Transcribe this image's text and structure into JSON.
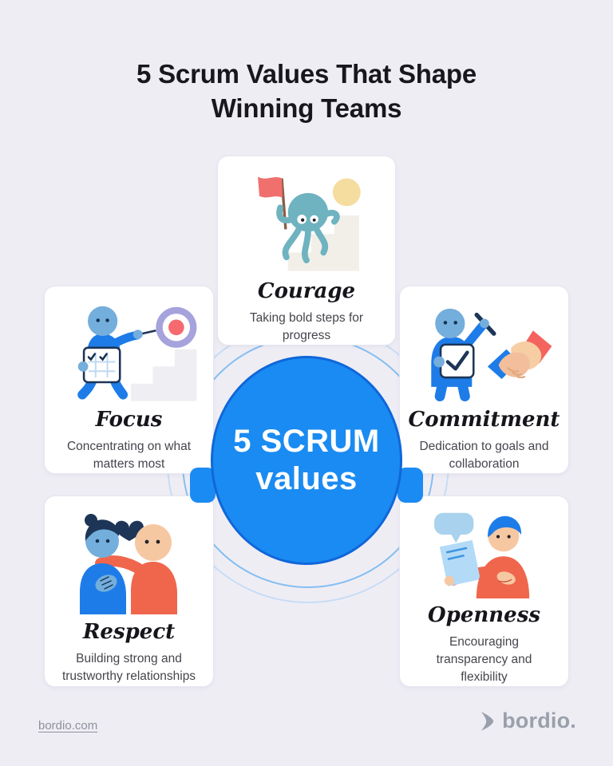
{
  "header": {
    "title_line1": "5 Scrum Values That Shape",
    "title_line2": "Winning Teams"
  },
  "center": {
    "line1": "5 SCRUM",
    "line2": "values"
  },
  "cards": [
    {
      "title": "Courage",
      "description": "Taking bold steps for progress",
      "icon": "octopus-with-flag-climbing-stairs"
    },
    {
      "title": "Focus",
      "description": "Concentrating on what matters most",
      "icon": "person-throwing-dart-at-target"
    },
    {
      "title": "Commitment",
      "description": "Dedication to goals and collaboration",
      "icon": "person-with-checklist-and-handshake"
    },
    {
      "title": "Respect",
      "description": "Building strong and trustworthy relationships",
      "icon": "two-people-embracing-with-heart"
    },
    {
      "title": "Openness",
      "description": "Encouraging transparency and flexibility",
      "icon": "person-presenting-document-with-speech-bubble"
    }
  ],
  "footer": {
    "website_link": "bordio.com",
    "brand_name": "bordio."
  },
  "colors": {
    "background": "#EFEDF4",
    "accent_blue": "#1A8BF2",
    "circle_border": "#0F67D9",
    "ring_inner": "#85BFF1",
    "ring_outer": "#C6DDF7",
    "card_background": "#FFFFFF",
    "title_text": "#17171D",
    "body_text": "#45454D",
    "footer_text": "#8D919C",
    "flag_red": "#F0706E",
    "person_blue": "#1E7CE8",
    "shirt_orange": "#F0664C",
    "navy": "#1D3557"
  }
}
